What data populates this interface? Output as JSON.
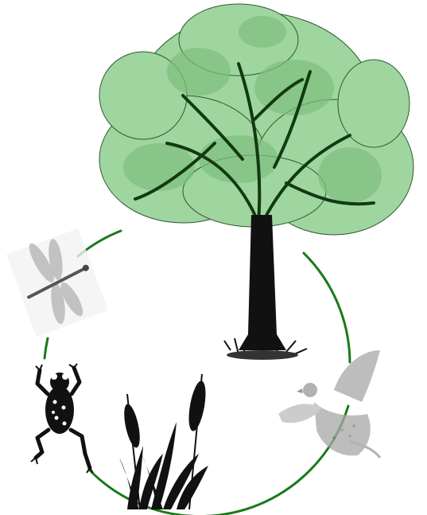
{
  "diagram": {
    "cycle_color": "#1a7a1a",
    "tree": {
      "icon": "tree-icon",
      "foliage_color": "#9fd59f",
      "foliage_shade": "#7fbf7f",
      "branch_color": "#123a12",
      "trunk_color": "#111111"
    },
    "organisms": [
      {
        "name": "dragonfly",
        "icon": "dragonfly-icon",
        "color": "#8a8a8a"
      },
      {
        "name": "frog",
        "icon": "frog-icon",
        "color": "#111111"
      },
      {
        "name": "cattail",
        "icon": "cattail-icon",
        "color": "#111111"
      },
      {
        "name": "bird",
        "icon": "bird-icon",
        "color": "#a8a8a8"
      }
    ]
  }
}
